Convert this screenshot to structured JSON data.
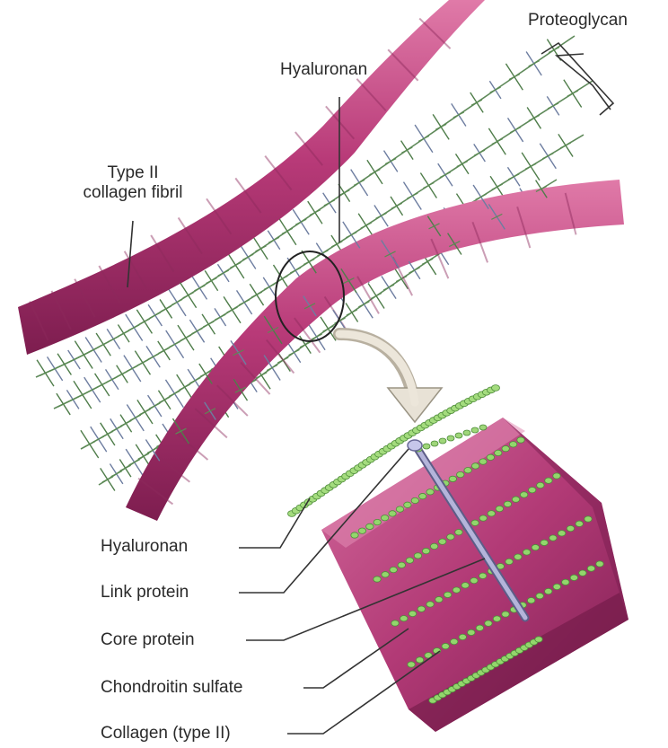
{
  "labels": {
    "proteoglycan": "Proteoglycan",
    "hyaluronan_top": "Hyaluronan",
    "type2_line1": "Type II",
    "type2_line2": "collagen fibril",
    "hyaluronan": "Hyaluronan",
    "link_protein": "Link protein",
    "core_protein": "Core protein",
    "chondroitin_sulfate": "Chondroitin sulfate",
    "collagen_type2": "Collagen (type II)"
  },
  "colors": {
    "collagen": "#b83a78",
    "collagen_dark": "#7d1d4f",
    "collagen_light": "#d9789f",
    "chondroitin": "#8fd06a",
    "hyaluronan_strand": "#5f8a5a",
    "core_protein": "#6f6f9a",
    "link_protein": "#a9a9cf",
    "leader_line": "#333333"
  }
}
